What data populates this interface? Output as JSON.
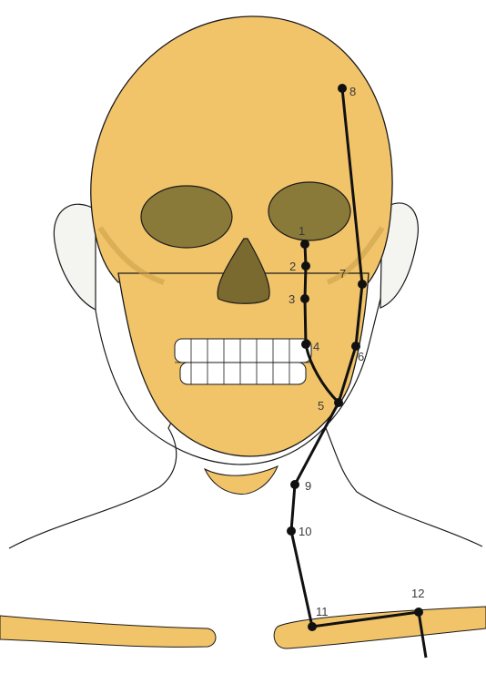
{
  "colors": {
    "bone": "#f2c46a",
    "bone_shadow": "#c9a24a",
    "bone_dark": "#8a7a3a",
    "outline": "#1a1a1a",
    "ear": "#f4f4f0",
    "teeth": "#ffffff"
  },
  "points": [
    {
      "id": 1,
      "label": "1"
    },
    {
      "id": 2,
      "label": "2"
    },
    {
      "id": 3,
      "label": "3"
    },
    {
      "id": 4,
      "label": "4"
    },
    {
      "id": 5,
      "label": "5"
    },
    {
      "id": 6,
      "label": "6"
    },
    {
      "id": 7,
      "label": "7"
    },
    {
      "id": 8,
      "label": "8"
    },
    {
      "id": 9,
      "label": "9"
    },
    {
      "id": 10,
      "label": "10"
    },
    {
      "id": 11,
      "label": "11"
    },
    {
      "id": 12,
      "label": "12"
    }
  ]
}
